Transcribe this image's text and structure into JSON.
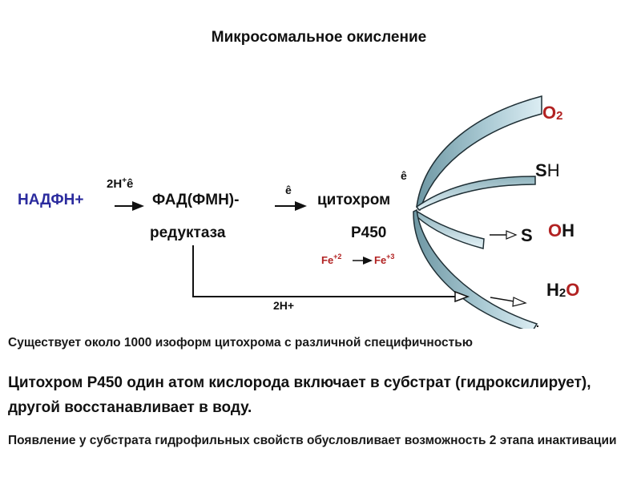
{
  "title": "Микросомальное окисление",
  "nadph": "НАДФН+",
  "proton_electron": {
    "h": "2Н",
    "sup": "+",
    "e": "ê"
  },
  "fad_line1": "ФАД(ФМН)-",
  "fad_line2": "редуктаза",
  "electron_2": "ê",
  "electron_3": "ê",
  "cyt_line1": "цитохром",
  "cyt_line2": "Р450",
  "iron": {
    "fe": "Fe",
    "sup1": "+2",
    "sup2": "+3"
  },
  "two_h": "2Н+",
  "o2": {
    "o": "O",
    "sub": "2"
  },
  "sh": {
    "s": "S",
    "h": "H"
  },
  "s_label": "S",
  "oh": {
    "o": "O",
    "h": "H"
  },
  "h2o": {
    "h": "H",
    "sub": "2",
    "o": "O"
  },
  "dot": ".",
  "notes": {
    "line1": "Существует около 1000 изоформ цитохрома с различной специфичностью",
    "line2": "Цитохром Р450 один атом кислорода включает в субстрат (гидроксилирует), другой восстанавливает в воду.",
    "line3": "Появление у субстрата гидрофильных свойств обусловливает возможность 2 этапа инактивации"
  },
  "colors": {
    "nadph": "#2b2b9e",
    "red": "#b22222",
    "band_dark": "#7fa3ad",
    "band_light": "#d8ecf2",
    "text": "#111111"
  }
}
